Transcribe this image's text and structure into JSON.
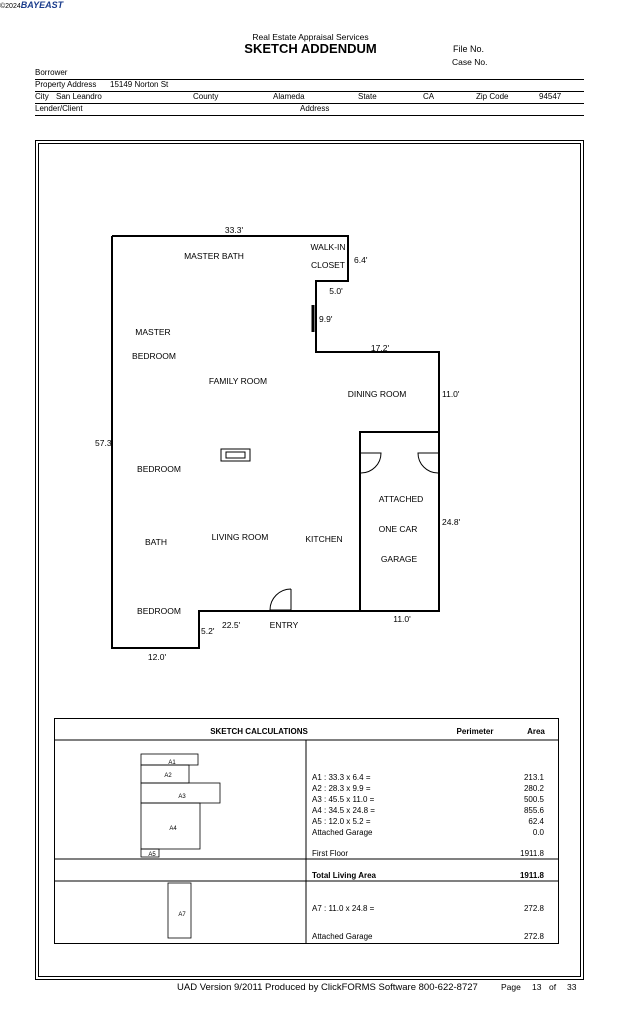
{
  "logo": {
    "year": "©2024",
    "brand": "BAYEAST"
  },
  "header": {
    "subtitle": "Real Estate Appraisal Services",
    "title": "SKETCH ADDENDUM",
    "file_no": "File No.",
    "case_no": "Case No."
  },
  "info": {
    "borrower_label": "Borrower",
    "property_label": "Property Address",
    "property_value": "15149 Norton St",
    "city_label": "City",
    "city_value": "San Leandro",
    "county_label": "County",
    "county_value": "Alameda",
    "state_label": "State",
    "state_value": "CA",
    "zip_label": "Zip Code",
    "zip_value": "94547",
    "lender_label": "Lender/Client",
    "address_label": "Address"
  },
  "sketch": {
    "dims": {
      "top": "33.3'",
      "walkin_side": "6.4'",
      "step": "5.0'",
      "vert": "9.9'",
      "dining_top": "17.2'",
      "dining_side": "11.0'",
      "left": "57.3",
      "garage_side": "24.8'",
      "garage_bottom": "11.0'",
      "entry_w": "22.5'",
      "entry_h": "5.2'",
      "bottom": "12.0'"
    },
    "rooms": {
      "master_bath": "MASTER BATH",
      "walkin1": "WALK-IN",
      "walkin2": "CLOSET",
      "master1": "MASTER",
      "master2": "BEDROOM",
      "family": "FAMILY ROOM",
      "dining": "DINING ROOM",
      "bedroom1": "BEDROOM",
      "garage1": "ATTACHED",
      "garage2": "ONE CAR",
      "garage3": "GARAGE",
      "bath": "BATH",
      "living": "LIVING ROOM",
      "kitchen": "KITCHEN",
      "bedroom2": "BEDROOM",
      "entry": "ENTRY"
    }
  },
  "calc": {
    "title": "SKETCH CALCULATIONS",
    "perimeter": "Perimeter",
    "area": "Area",
    "lines": [
      {
        "label": "A1 : 33.3 x 6.4 =",
        "value": "213.1"
      },
      {
        "label": "A2 : 28.3 x 9.9 =",
        "value": "280.2"
      },
      {
        "label": "A3 : 45.5 x 11.0 =",
        "value": "500.5"
      },
      {
        "label": "A4 : 34.5 x 24.8 =",
        "value": "855.6"
      },
      {
        "label": "A5 : 12.0 x 5.2 =",
        "value": "62.4"
      },
      {
        "label": "Attached Garage",
        "value": "0.0"
      }
    ],
    "first_floor": {
      "label": "First Floor",
      "value": "1911.8"
    },
    "total": {
      "label": "Total Living Area",
      "value": "1911.8"
    },
    "a7": {
      "label": "A7 : 11.0 x 24.8 =",
      "value": "272.8"
    },
    "garage": {
      "label": "Attached Garage",
      "value": "272.8"
    },
    "boxes": {
      "a1": "A1",
      "a2": "A2",
      "a3": "A3",
      "a4": "A4",
      "a5": "A5",
      "a7": "A7"
    }
  },
  "footer": {
    "uad": "UAD Version 9/2011 Produced by ClickFORMS Software 800-622-8727",
    "page_label": "Page",
    "page": "13",
    "of": "of",
    "total": "33"
  }
}
